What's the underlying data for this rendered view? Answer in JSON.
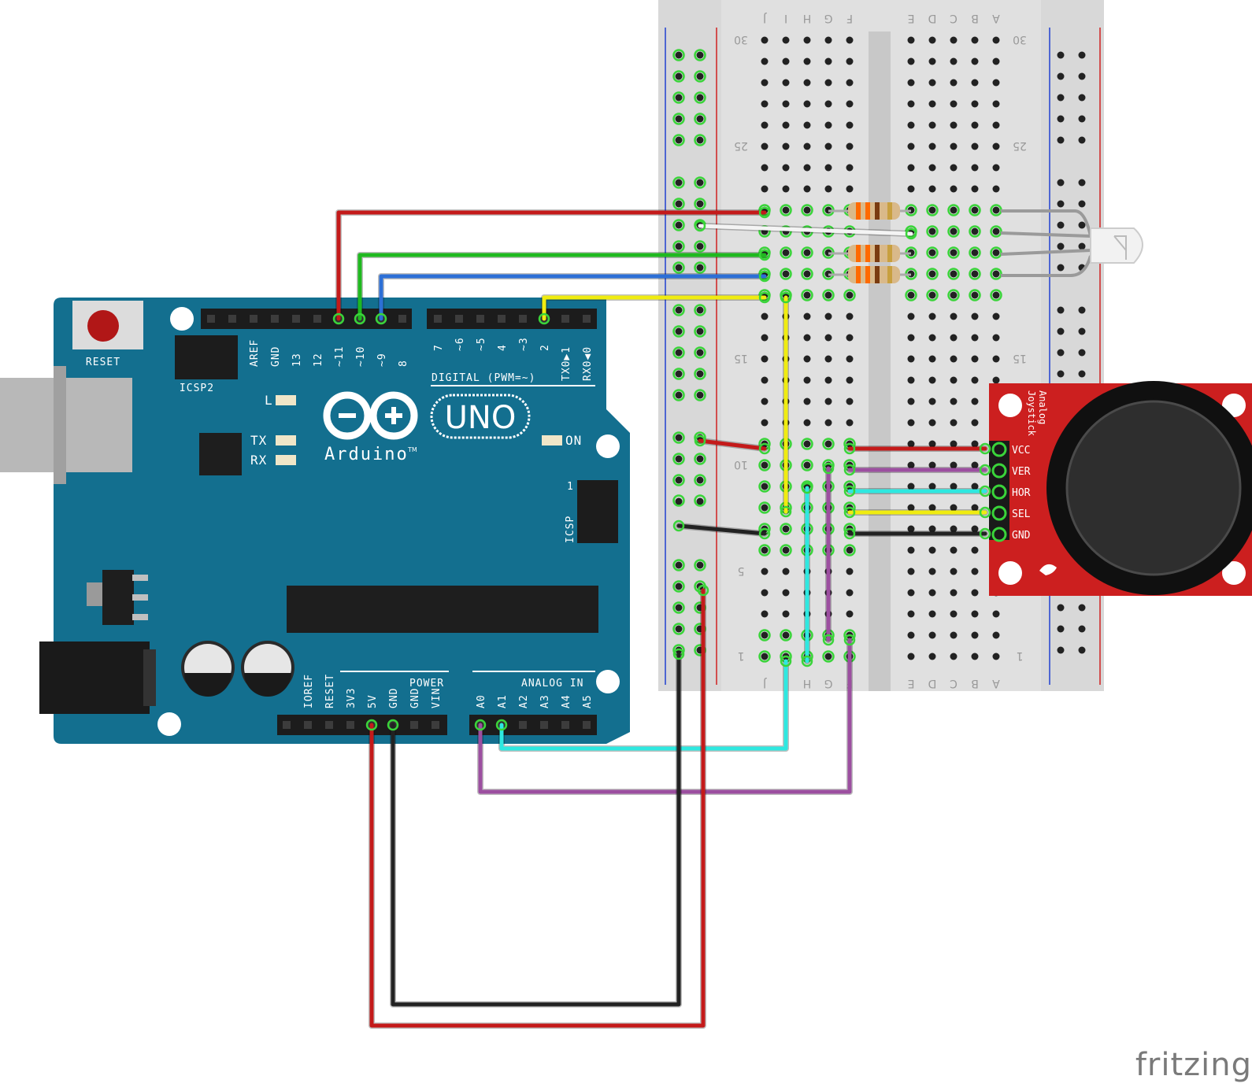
{
  "arduino": {
    "board_name": "UNO",
    "brand": "Arduino",
    "trademark": "TM",
    "reset_label": "RESET",
    "icsp2_label": "ICSP2",
    "icsp_label": "ICSP",
    "icsp_pin1": "1",
    "led_l": "L",
    "led_tx": "TX",
    "led_rx": "RX",
    "on_label": "ON",
    "digital_header": [
      "AREF",
      "GND",
      "13",
      "12",
      "~11",
      "~10",
      "~9",
      "8"
    ],
    "digital_header2": [
      "7",
      "~6",
      "~5",
      "4",
      "~3",
      "2",
      "TX0▶1",
      "RX0◀0"
    ],
    "digital_title": "DIGITAL (PWM=~)",
    "power_title": "POWER",
    "power_pins": [
      "IOREF",
      "RESET",
      "3V3",
      "5V",
      "GND",
      "GND",
      "VIN"
    ],
    "analog_title": "ANALOG IN",
    "analog_pins": [
      "A0",
      "A1",
      "A2",
      "A3",
      "A4",
      "A5"
    ]
  },
  "breadboard": {
    "col_letters_left": [
      "J",
      "I",
      "H",
      "G",
      "F"
    ],
    "col_letters_right": [
      "E",
      "D",
      "C",
      "B",
      "A"
    ],
    "row_numbers": [
      "30",
      "25",
      "15",
      "10",
      "5",
      "1"
    ]
  },
  "joystick": {
    "title_line1": "Analog",
    "title_line2": "Joystick",
    "pins": [
      "VCC",
      "VER",
      "HOR",
      "SEL",
      "GND"
    ]
  },
  "wires": {
    "red": "#c41a1a",
    "green": "#1fb91f",
    "blue": "#2c6fd6",
    "yellow": "#f0ec10",
    "cyan": "#2ee8e0",
    "purple": "#9c4fa0",
    "black": "#222222",
    "white": "#f4f4f4"
  },
  "watermark": "fritzing"
}
